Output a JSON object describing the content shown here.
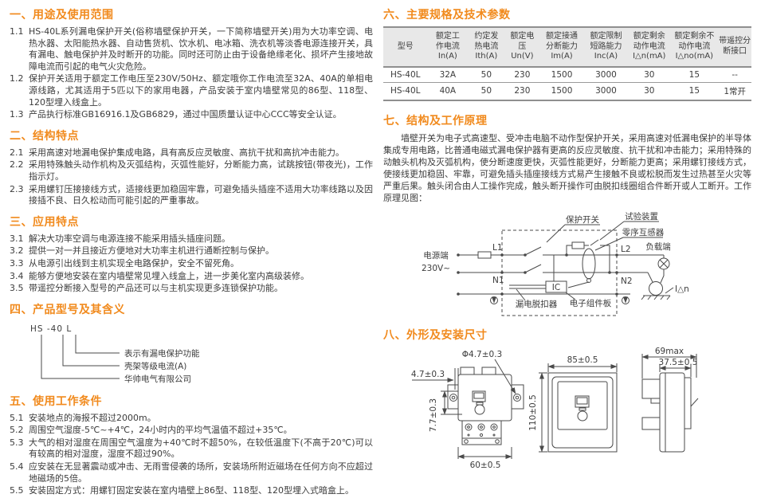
{
  "page": {
    "accent_color": "#f18a1d",
    "text_color": "#3c3c3c",
    "table_header_bg": "#e8e8e8"
  },
  "left": {
    "s1": {
      "title": "一、用途及使用范围",
      "items": [
        {
          "num": "1.1",
          "text": "HS-40L系列漏电保护开关(俗称墙壁保护开关，一下简称墙壁开关)用为大功率空调、电热水器、太阳能热水器、自动售货机、饮水机、电冰箱、洗衣机等淡香电源连接开关，具有漏电、触电保护并及时断开的功能。同时还可防止由于设备绝缘老化、损坏产生接地故障电流而引起的电气火灾危险。"
        },
        {
          "num": "1.2",
          "text": "保护开关适用于额定工作电压至230V/50Hz、额定哦你工作电流至32A、40A的单相电源线路，尤其适用于5匹以下的家用电器，产品安装于室内墙壁常见的86型、118型、120型埋入线盒上。"
        },
        {
          "num": "1.3",
          "text": "产品执行标准GB16916.1及GB6829，通过中国质量认证中心CCC等安全认证。"
        }
      ]
    },
    "s2": {
      "title": "二、结构特点",
      "items": [
        {
          "num": "2.1",
          "text": "采用高速对地漏电保护集成电路，具有高反应灵敏度、高抗干扰和高抗冲击能力。"
        },
        {
          "num": "2.2",
          "text": "采用特殊触头动作机构及灭弧结构，灭弧性能好，分断能力高，试跳按钮(带夜光)，工作指示灯。"
        },
        {
          "num": "2.3",
          "text": "采用螺钉压接接线方式，适接线更加稳固牢靠，可避免插头插座不适用大功率线路以及因接插不良、日久松动而可能引起的严重事故。"
        }
      ]
    },
    "s3": {
      "title": "三、应用特点",
      "items": [
        {
          "num": "3.1",
          "text": "解决大功率空调与电源连接不能采用插头插座问题。"
        },
        {
          "num": "3.2",
          "text": "提供一对一并且接近方便地对大功率主机进行通断控制与保护。"
        },
        {
          "num": "3.3",
          "text": "从电源引出线到主机实现全电路保护，安全不留死角。"
        },
        {
          "num": "3.4",
          "text": "能够方便地安装在室内墙壁常见埋入线盒上，进一步美化室内高级装修。"
        },
        {
          "num": "3.5",
          "text": "带遥控分断接入型号的产品还可以与主机实现更多连锁保护功能。"
        }
      ]
    },
    "s4": {
      "title": "四、产品型号及其含义",
      "model": {
        "code": "HS -40 L",
        "label_l": "表示有漏电保护功能",
        "label_40": "壳架等级电流(A)",
        "label_hs": "华帅电气有限公司"
      }
    },
    "s5": {
      "title": "五、使用工作条件",
      "items": [
        {
          "num": "5.1",
          "text": "安装地点的海报不超过2000m。"
        },
        {
          "num": "5.2",
          "text": "周围空气湿度-5℃~+4℃，24小时内的平均气温值不超过+35℃。"
        },
        {
          "num": "5.3",
          "text": "大气的相对湿度在周围空气温度为+40℃时不超50%，在较低温度下(不高于20℃)可以有较高的相对湿度，湿度不超过90%。"
        },
        {
          "num": "5.4",
          "text": "应安装在无显著震动或冲击、无雨雪侵袭的场所，安装场所附近磁场在任何方向不应超过地磁场的5倍。"
        },
        {
          "num": "5.5",
          "text": "安装固定方式：用螺钉固定安装在室内墙壁上86型、118型、120型埋入式暗盒上。"
        }
      ]
    }
  },
  "right": {
    "s6": {
      "title": "六、主要规格及技术参数",
      "table": {
        "headers": [
          [
            "型号"
          ],
          [
            "额定工",
            "作电流",
            "In(A)"
          ],
          [
            "约定发",
            "热电流",
            "Ith(A)"
          ],
          [
            "额定电",
            "压",
            "Un(V)"
          ],
          [
            "额定接通",
            "分断能力",
            "Im(A)"
          ],
          [
            "额定限制",
            "短路能力",
            "Inc(A)"
          ],
          [
            "额定剩余",
            "动作电流",
            "I△n(mA)"
          ],
          [
            "额定剩余不",
            "动作电流",
            "I△no(mA)"
          ],
          [
            "带遥控分",
            "断接口"
          ]
        ],
        "rows": [
          [
            "HS-40L",
            "32A",
            "50",
            "230",
            "1500",
            "3000",
            "30",
            "15",
            "--"
          ],
          [
            "HS-40L",
            "40A",
            "50",
            "230",
            "1500",
            "3000",
            "30",
            "15",
            "1常开"
          ]
        ]
      }
    },
    "s7": {
      "title": "七、结构及工作原理",
      "paragraph": "墙壁开关为电子式高速型、受冲击电脑不动作型保护开关，采用高速对低漏电保护的半导体集成专用电路，比普通电磁式漏电保护器有更高的反应灵敏度、抗干扰和冲击能力；采用特殊的动触头机构及灭弧机构，使分断速度更快，灭弧性能更好，分断能力更高；采用螺钉接线方式，使接线更加稳固、牢靠，可避免插头插座接线方式易产生接触不良或松脱而发生过热甚至火灾等严重后果。触头闭合由人工操作完成，触头断开操作可由脱扣线圈组合件断开或人工断开。工作原理见图：",
      "diagram": {
        "source": "电源端",
        "voltage": "230V~",
        "l1": "L1",
        "n1": "N1",
        "l2": "L2",
        "n2": "N2",
        "switch_label": "保护开关",
        "test_label": "试验装置",
        "ct_label": "零序互感器",
        "load_label": "负载端",
        "ic": "IC",
        "tripper_label": "漏电脱扣器",
        "board_label": "电子组件板",
        "leak_label": "I△n"
      }
    },
    "s8": {
      "title": "八、外形及安装尺寸",
      "dims": {
        "a_hole": "Φ4.7±0.3",
        "a_edge": "4.7±0.3",
        "a_vert": "7.7±0.3",
        "a_width": "60±0.5",
        "b_width": "85±0.5",
        "b_height": "110±0.5",
        "c_depth": "69max",
        "c_body": "37.5±0.5"
      }
    }
  }
}
